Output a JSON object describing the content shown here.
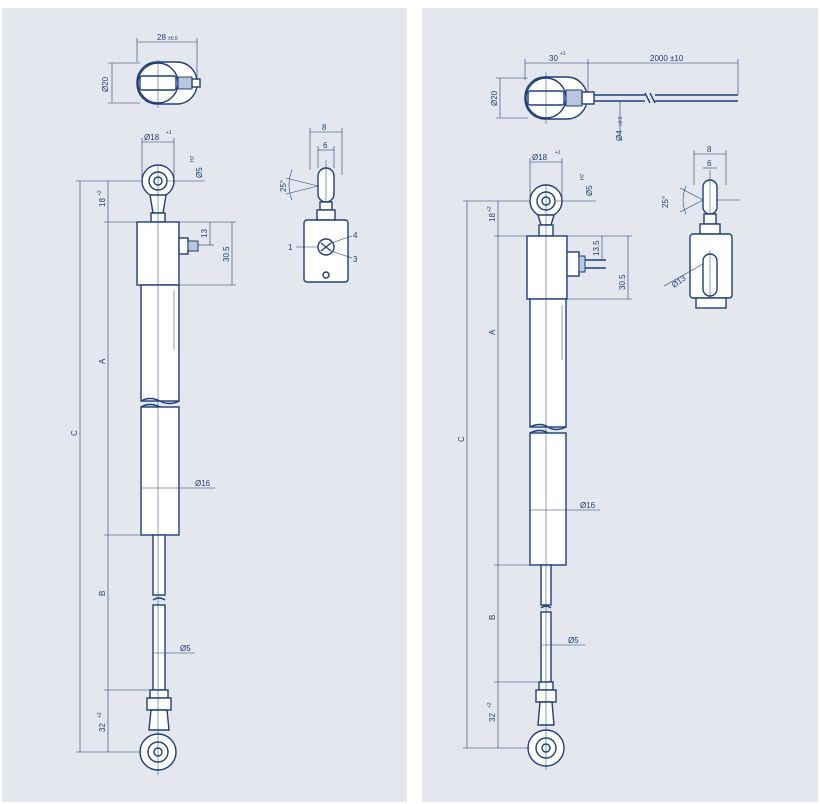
{
  "left": {
    "top_view": {
      "width": "28",
      "width_tol": "±0.5",
      "dia": "Ø20"
    },
    "side": {
      "eye_dia": "Ø18",
      "eye_dia_tol": "+1",
      "pin_dia": "Ø5",
      "pin_fit": "H7",
      "eye_len": "18",
      "eye_len_tol": "+2",
      "conn_h": "13",
      "body_h": "30.5",
      "A": "A",
      "B": "B",
      "C": "C",
      "tube_dia": "Ø16",
      "rod_dia": "Ø5",
      "bottom_len": "32",
      "bottom_len_tol": "+2"
    },
    "end_view": {
      "w8": "8",
      "w6": "6",
      "angle": "25°",
      "c1": "1",
      "c3": "3",
      "c4": "4"
    }
  },
  "right": {
    "top_view": {
      "width": "30",
      "width_tol": "+1",
      "cable_len": "2000",
      "cable_len_tol": "±10",
      "dia": "Ø20",
      "cable_dia": "Ø4",
      "cable_dia_tol": "±0.5"
    },
    "side": {
      "eye_dia": "Ø18",
      "eye_dia_tol": "+1",
      "pin_dia": "Ø5",
      "pin_fit": "H7",
      "eye_len": "18",
      "eye_len_tol": "+2",
      "conn_h": "13.5",
      "body_h": "30.5",
      "A": "A",
      "B": "B",
      "C": "C",
      "tube_dia": "Ø16",
      "rod_dia": "Ø5",
      "bottom_len": "32",
      "bottom_len_tol": "+2"
    },
    "end_view": {
      "w8": "8",
      "w6": "6",
      "angle": "25°",
      "gland_dia": "Ø13"
    }
  }
}
